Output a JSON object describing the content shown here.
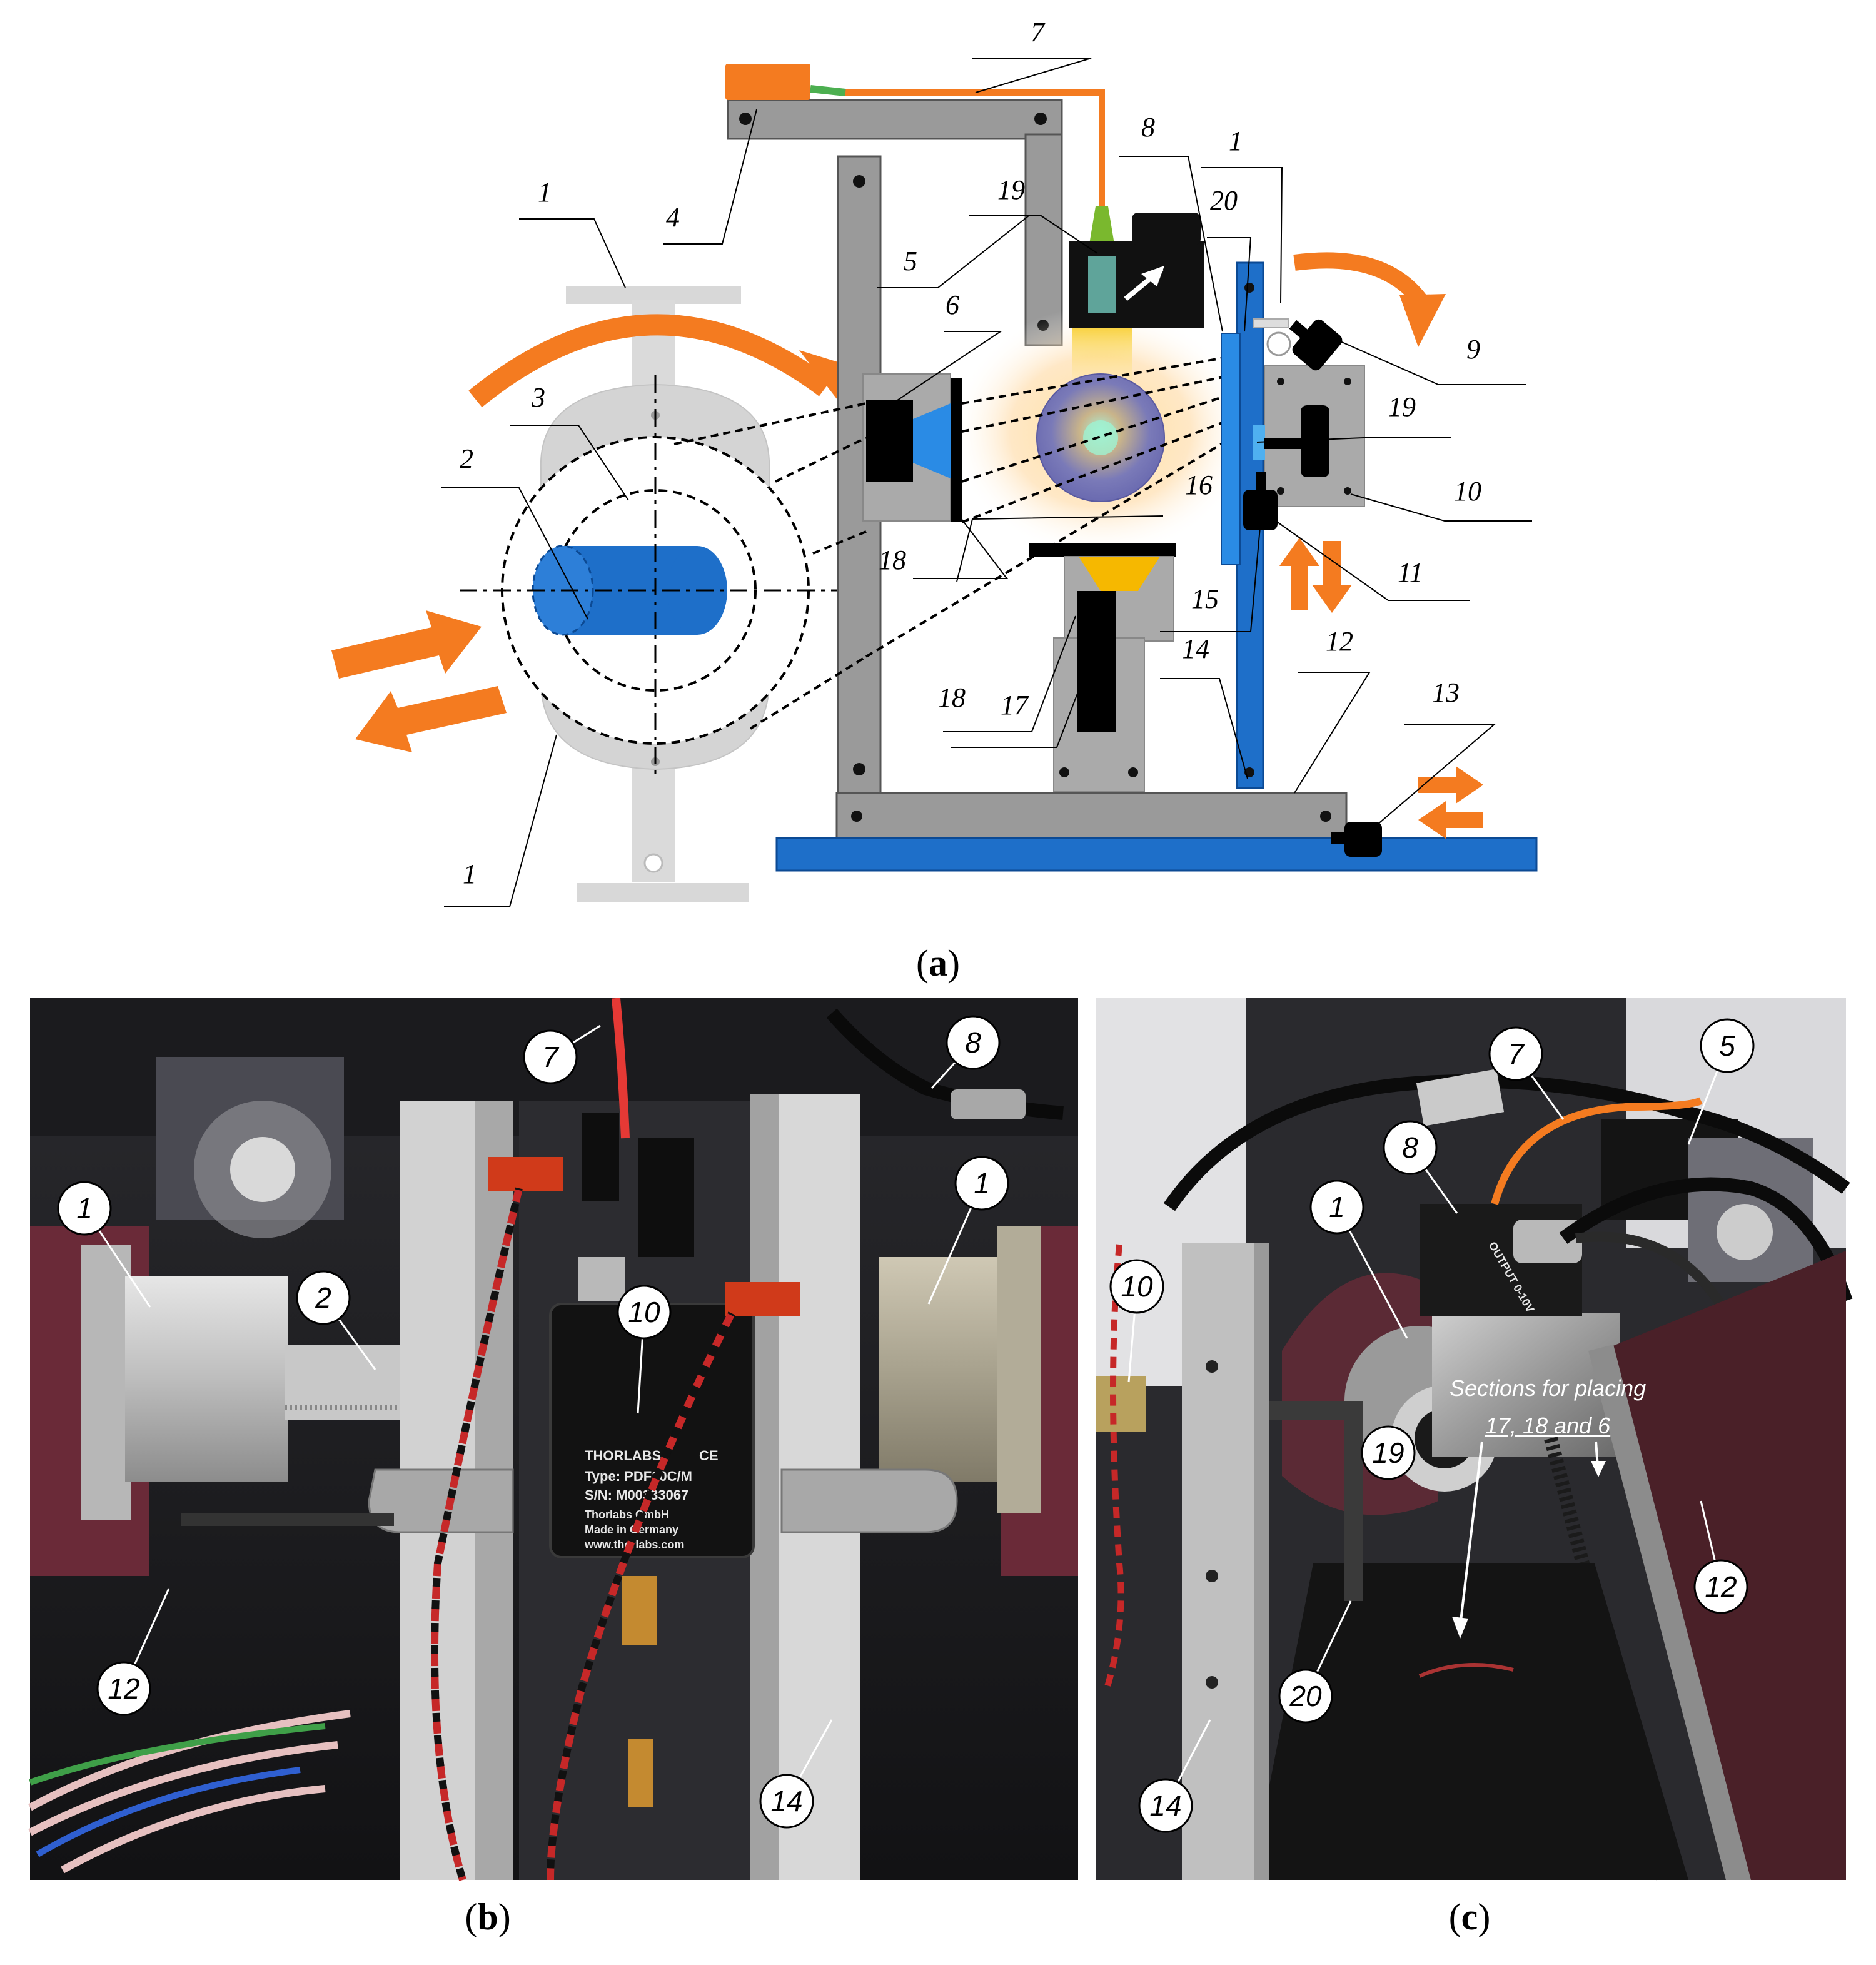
{
  "panels": {
    "a": {
      "caption_letter": "a",
      "labels": {
        "l1_top": "1",
        "l1_right": "1",
        "l1_bottom": "1",
        "l2": "2",
        "l3": "3",
        "l4": "4",
        "l5": "5",
        "l6": "6",
        "l7": "7",
        "l8": "8",
        "l9": "9",
        "l10": "10",
        "l11": "11",
        "l12": "12",
        "l13": "13",
        "l14": "14",
        "l15": "15",
        "l16": "16",
        "l17": "17",
        "l18_left": "18",
        "l18_right": "18",
        "l19_top": "19",
        "l19_right": "19",
        "l20": "20"
      }
    },
    "b": {
      "caption_letter": "b",
      "bubbles": {
        "b7": "7",
        "b8": "8",
        "b1_left": "1",
        "b1_right": "1",
        "b2": "2",
        "b10": "10",
        "b12": "12",
        "b14": "14"
      },
      "device_plate": {
        "brand": "THORLABS",
        "type": "Type: PDF10C/M",
        "serial": "S/N:     M00333067",
        "maker": "Thorlabs GmbH",
        "made_in": "Made in Germany",
        "web": "www.thorlabs.com",
        "ce": "CE"
      }
    },
    "c": {
      "caption_letter": "c",
      "bubbles": {
        "b7": "7",
        "b5": "5",
        "b8": "8",
        "b1": "1",
        "b10": "10",
        "b19": "19",
        "b12": "12",
        "b20": "20",
        "b14": "14"
      },
      "note_line1": "Sections for placing",
      "note_line2": "17, 18 and 6",
      "output_label": "OUTPUT 0-10V"
    }
  },
  "colors": {
    "orange": "#F47B20",
    "blue": "#1E6FC9",
    "gray": "#9A9A9A",
    "light_gray": "#D4D4D4",
    "black": "#000000"
  }
}
